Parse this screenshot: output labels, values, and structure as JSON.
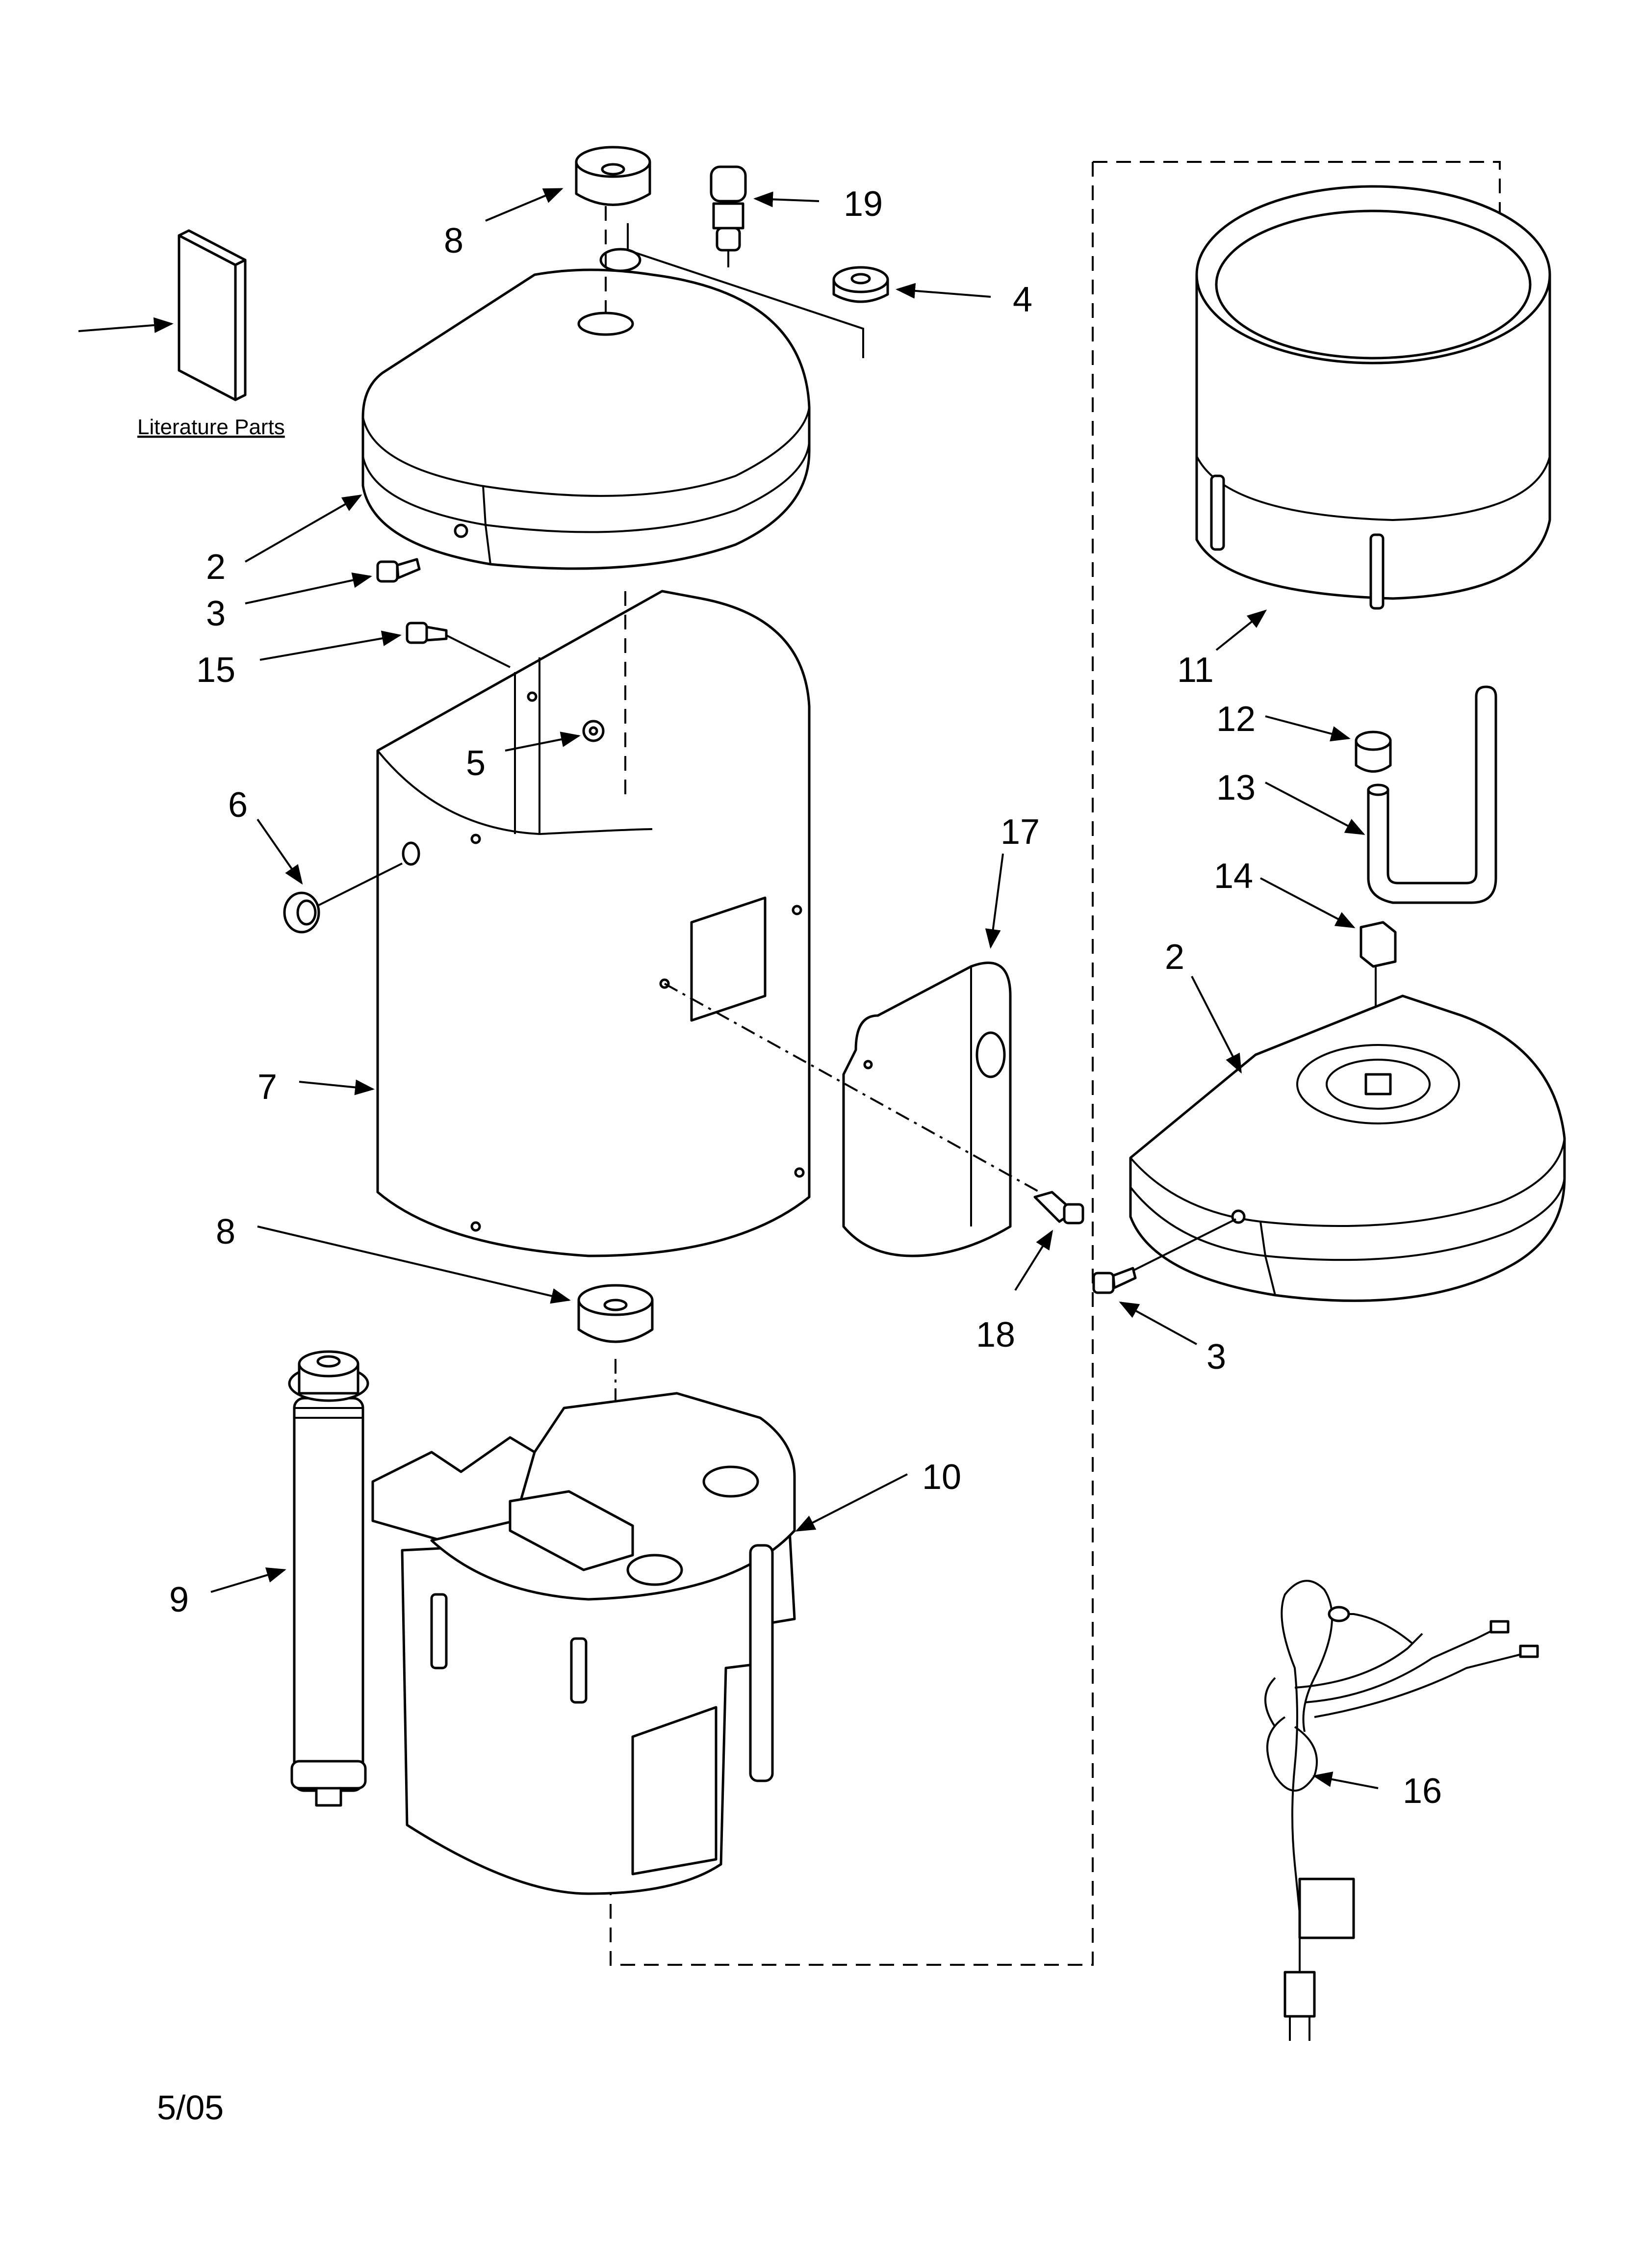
{
  "literature_label": "Literature Parts",
  "date_code": "5/05",
  "callouts": {
    "p2_top": "2",
    "p3_top": "3",
    "p15": "15",
    "p5": "5",
    "p6": "6",
    "p7": "7",
    "p8_top": "8",
    "p19": "19",
    "p4": "4",
    "p8_mid": "8",
    "p9": "9",
    "p10": "10",
    "p17": "17",
    "p18": "18",
    "p11": "11",
    "p12": "12",
    "p13": "13",
    "p14": "14",
    "p2_right": "2",
    "p3_right": "3",
    "p16": "16"
  },
  "arrow_marker": "arrowhead"
}
